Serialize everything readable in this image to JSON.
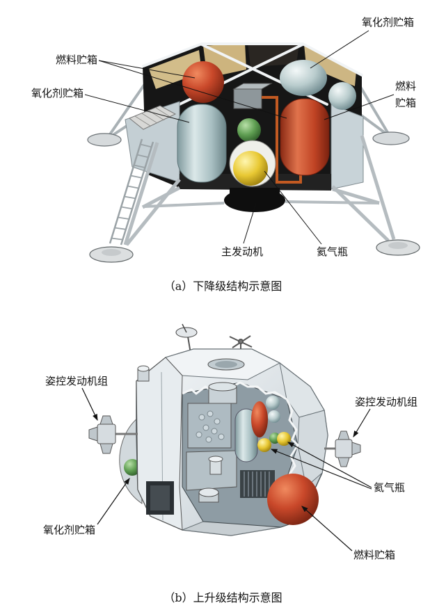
{
  "descent": {
    "caption": "（a）下降级结构示意图",
    "labels": {
      "fuel_tank_left": "燃料贮箱",
      "oxidizer_tank_left": "氧化剂贮箱",
      "oxidizer_tank_right": "氧化剂贮箱",
      "fuel_tank_right_line1": "燃料",
      "fuel_tank_right_line2": "贮箱",
      "main_engine": "主发动机",
      "helium_bottle": "氦气瓶"
    }
  },
  "ascent": {
    "caption": "（b）上升级结构示意图",
    "labels": {
      "rcs_thrusters_left": "姿控发动机组",
      "rcs_thrusters_right": "姿控发动机组",
      "helium_bottles": "氦气瓶",
      "oxidizer_tank": "氧化剂贮箱",
      "fuel_tank": "燃料贮箱"
    }
  }
}
